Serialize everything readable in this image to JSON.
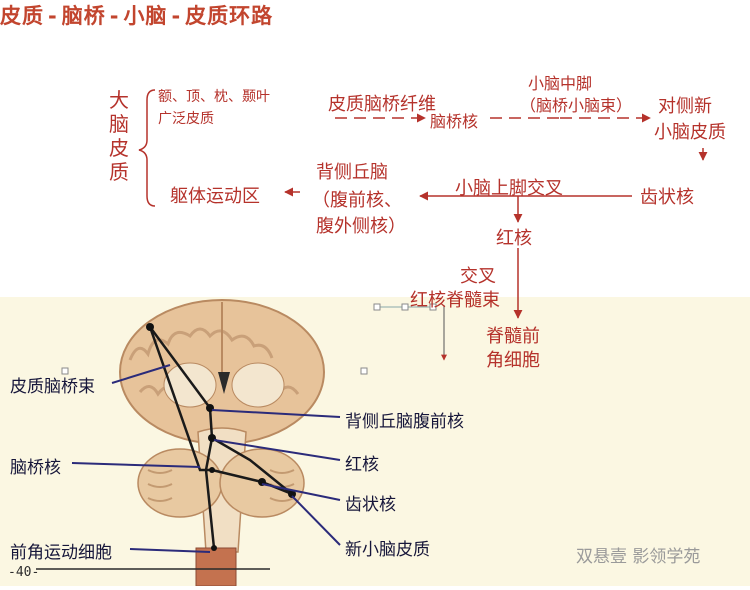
{
  "title": {
    "parts": [
      "皮质",
      "脑桥",
      "小脑",
      "皮质环路"
    ],
    "sep": "-"
  },
  "flow": {
    "cortex_vertical": [
      "大",
      "脑",
      "皮",
      "质"
    ],
    "lobes_line1": "额、顶、枕、颞叶",
    "lobes_line2": "广泛皮质",
    "corticopontine_fiber": "皮质脑桥纤维",
    "pontine_nuclei": "脑桥核",
    "mcp_line1": "小脑中脚",
    "mcp_line2": "（脑桥小脑束）",
    "contra_neocortex_line1": "对侧新",
    "contra_neocortex_line2": "小脑皮质",
    "dentate": "齿状核",
    "scp_decussation": "小脑上脚交叉",
    "thalamus_line1": "背侧丘脑",
    "thalamus_line2": "（腹前核、",
    "thalamus_line3": "腹外侧核）",
    "motor_area": "躯体运动区",
    "red_nucleus": "红核",
    "decussation": "交叉",
    "rubrospinal": "红核脊髓束",
    "ant_horn_line1": "脊髓前",
    "ant_horn_line2": "角细胞"
  },
  "brain_labels": {
    "corticopontine_tract": "皮质脑桥束",
    "pontine_nuclei": "脑桥核",
    "anterior_horn": "前角运动细胞",
    "thalamus_va": "背侧丘脑腹前核",
    "red_nucleus": "红核",
    "dentate": "齿状核",
    "neocerebellar_cortex": "新小脑皮质"
  },
  "page_number": "-40-",
  "watermark": "双悬壹 影领学苑",
  "colors": {
    "red_text": "#b5322b",
    "title": "#c2452e",
    "label": "#16163a",
    "pathway": "#1a1a1a",
    "panel": "#fbf7e2"
  }
}
